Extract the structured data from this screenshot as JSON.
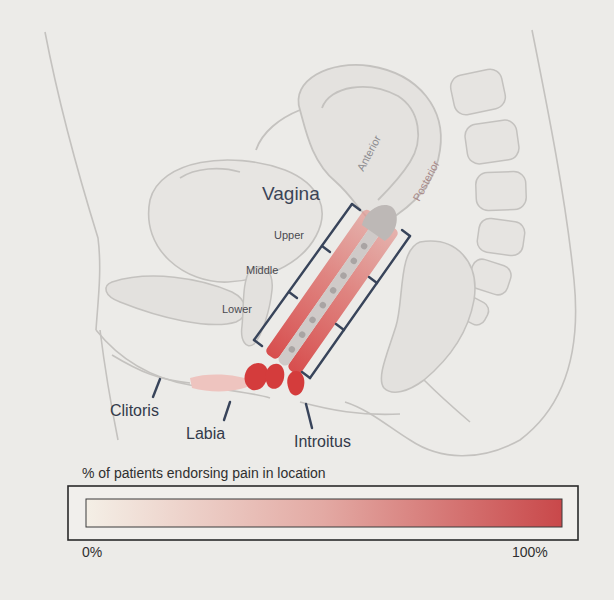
{
  "diagram": {
    "labels": [
      "Vagina",
      "Anterior",
      "Posterior",
      "Upper",
      "Middle",
      "Lower",
      "Clitoris",
      "Labia",
      "Introitus",
      "0%",
      "100%"
    ],
    "legend": [
      {
        "text": "% of patients endorsing pain in location"
      }
    ]
  }
}
